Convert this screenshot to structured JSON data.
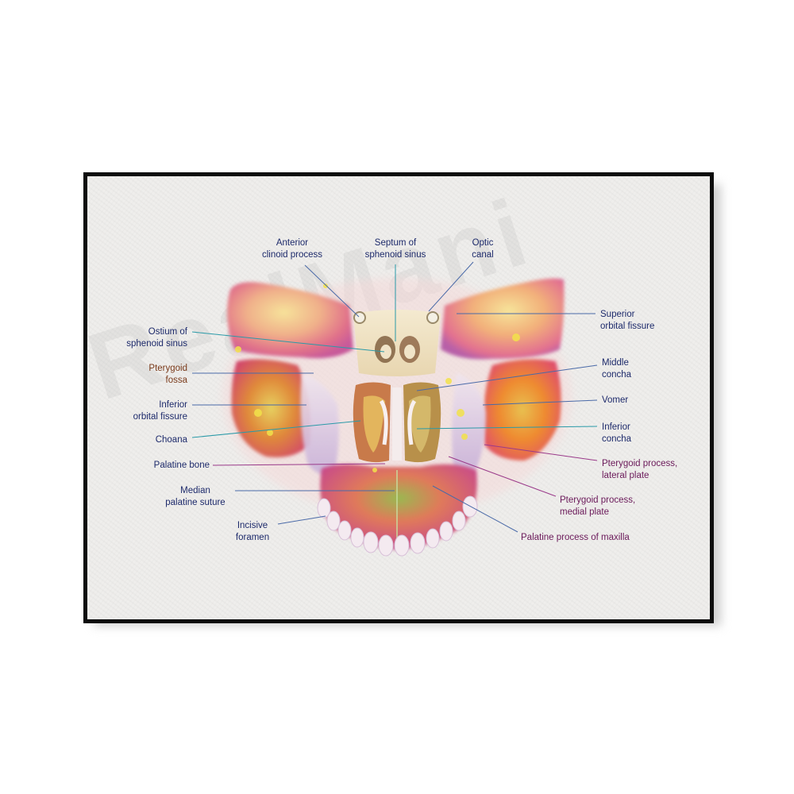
{
  "watermark": "RealMani",
  "colors": {
    "frame": "#0d0d0d",
    "label_navy": "#1d2a6b",
    "label_brown": "#7a3a1a",
    "label_purple": "#6b1a5a",
    "leader_blue": "#4a6aa8",
    "leader_teal": "#2a9aa8",
    "leader_purple": "#9a3a8a"
  },
  "labels": {
    "anterior_clinoid": "Anterior\nclinoid process",
    "septum_sphenoid": "Septum of\nsphenoid sinus",
    "optic_canal": "Optic\ncanal",
    "superior_orbital": "Superior\norbital fissure",
    "ostium_sphenoid": "Ostium of\nsphenoid sinus",
    "pterygoid_fossa": "Pterygoid\nfossa",
    "inferior_orbital": "Inferior\norbital fissure",
    "choana": "Choana",
    "palatine_bone": "Palatine bone",
    "median_suture": "Median\npalatine suture",
    "incisive_foramen": "Incisive\nforamen",
    "middle_concha": "Middle\nconcha",
    "vomer": "Vomer",
    "inferior_concha": "Inferior\nconcha",
    "pterygoid_lateral": "Pterygoid process,\nlateral plate",
    "pterygoid_medial": "Pterygoid process,\nmedial plate",
    "palatine_maxilla": "Palatine process of maxilla"
  }
}
